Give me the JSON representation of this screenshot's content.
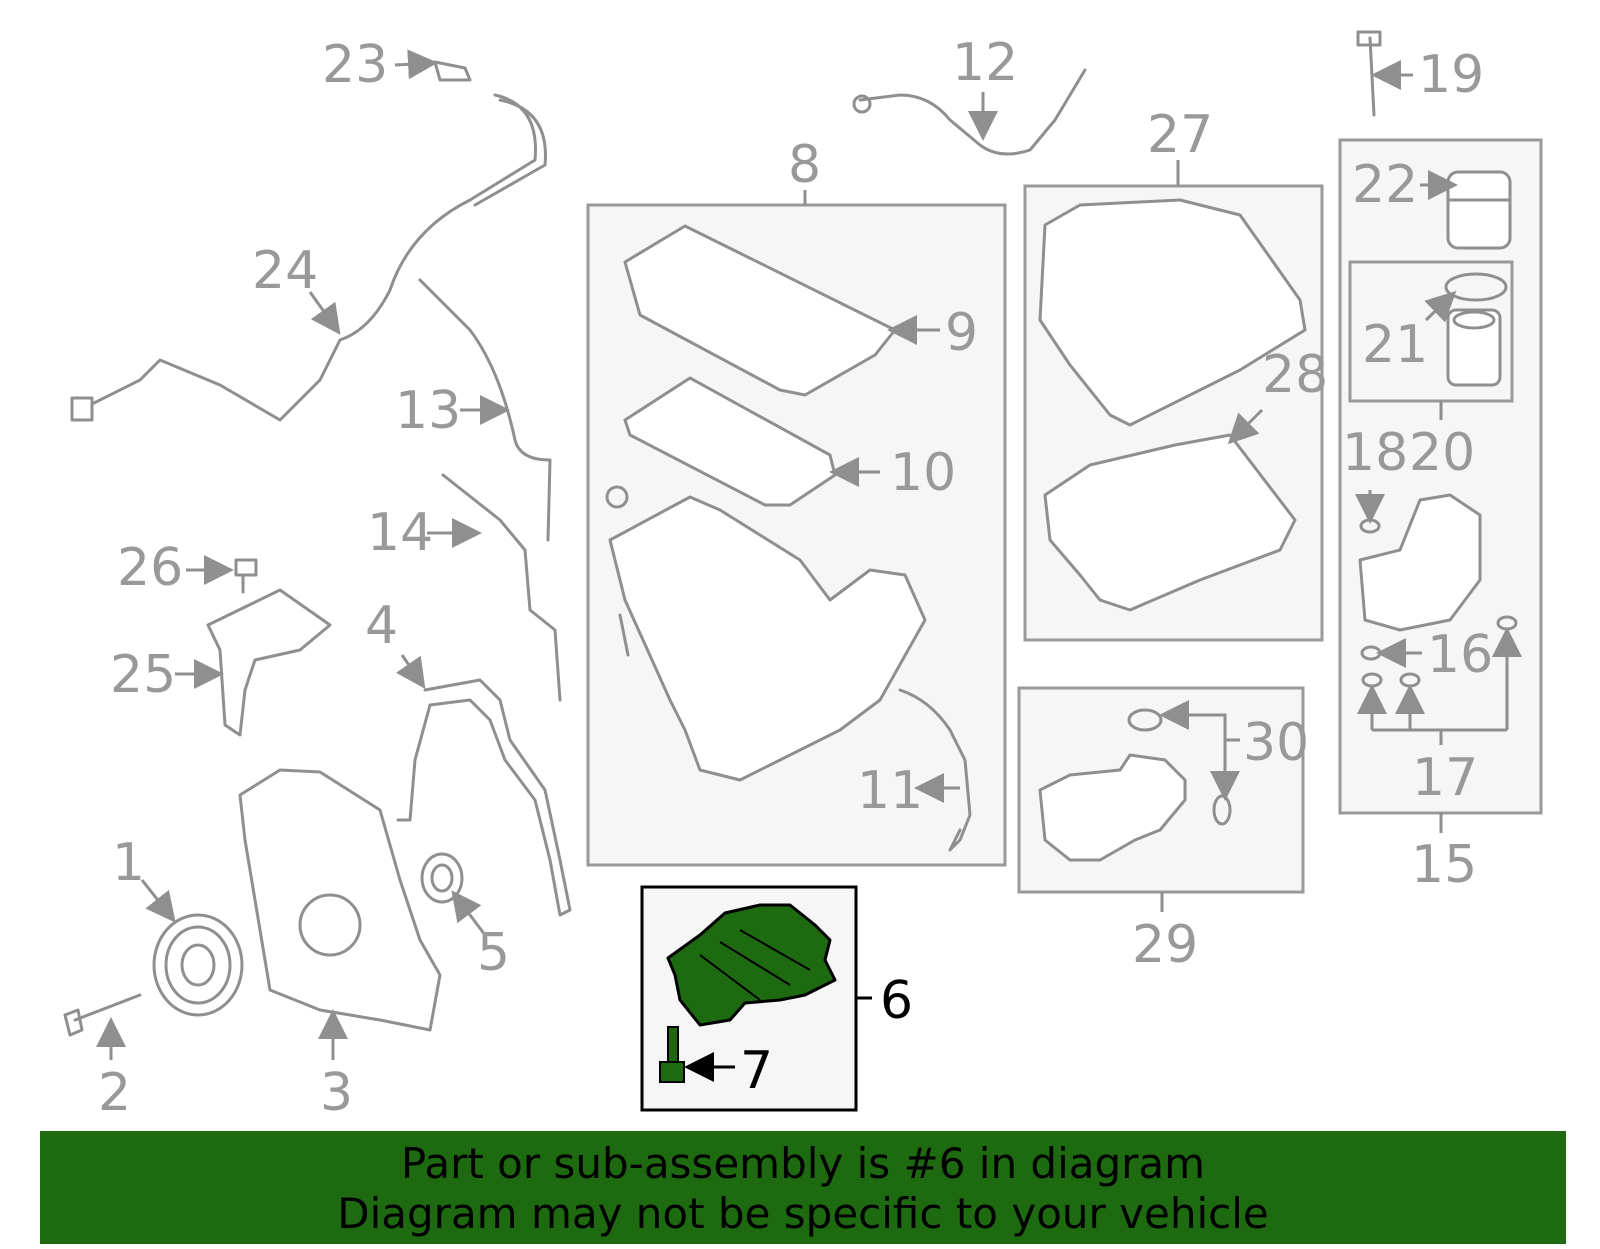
{
  "colors": {
    "highlight": "#1e6a10",
    "banner": "#1e6a10",
    "linework": "#8f8f8f",
    "panel": "#f6f6f6"
  },
  "highlighted_part": "6",
  "callouts": {
    "c1": "1",
    "c2": "2",
    "c3": "3",
    "c4": "4",
    "c5": "5",
    "c6": "6",
    "c7": "7",
    "c8": "8",
    "c9": "9",
    "c10": "10",
    "c11": "11",
    "c12": "12",
    "c13": "13",
    "c14": "14",
    "c15": "15",
    "c16": "16",
    "c17": "17",
    "c18": "18",
    "c19": "19",
    "c20": "20",
    "c21": "21",
    "c22": "22",
    "c23": "23",
    "c24": "24",
    "c25": "25",
    "c26": "26",
    "c27": "27",
    "c28": "28",
    "c29": "29",
    "c30": "30"
  },
  "banner": {
    "line1": "Part or sub-assembly is #6 in diagram",
    "line2": "Diagram may not be specific to your vehicle"
  }
}
